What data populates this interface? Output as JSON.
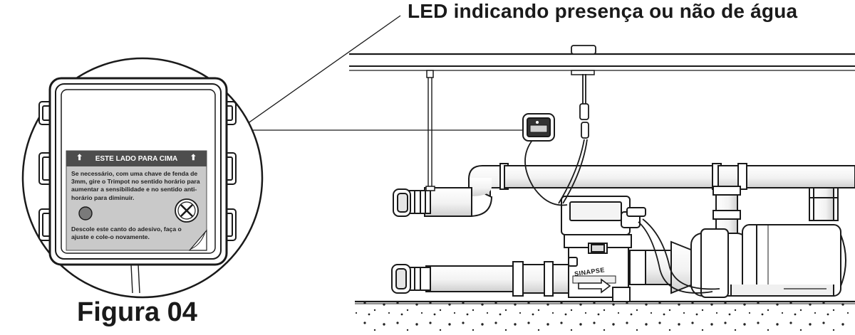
{
  "title": "LED indicando presença ou não de água",
  "figure_label": "Figura 04",
  "sticker": {
    "header": "ESTE LADO PARA CIMA",
    "instructions": "Se necessário, com uma chave de fenda de 3mm, gire o Trimpot no sentido horário para aumentar a sensibilidade e no sentido anti-horário para diminuir.",
    "footer": "Descole este canto do adesivo, faça o ajuste e cole-o novamente."
  },
  "device_brand": "SINAPSE",
  "icons": [
    "up-arrow-icon",
    "led-indicator-icon",
    "trimpot-screw-icon",
    "flow-arrow-icon"
  ]
}
